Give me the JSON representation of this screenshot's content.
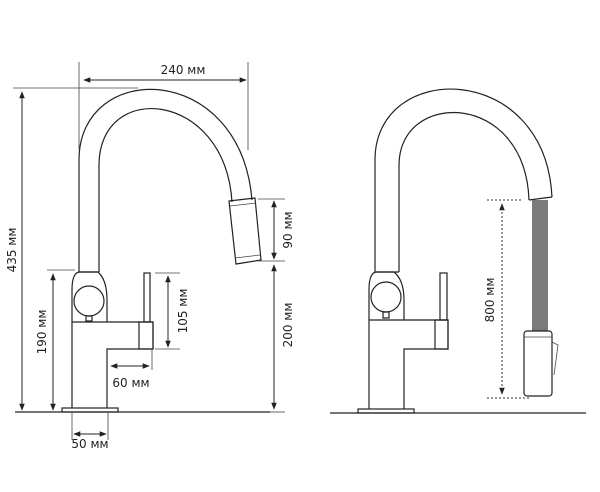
{
  "dimensions": {
    "spout_reach": "240 мм",
    "total_height": "435 мм",
    "body_height": "190 мм",
    "lever_height": "105 мм",
    "lever_offset": "60 мм",
    "base_width": "50 мм",
    "spray_head_height": "90 мм",
    "spout_clearance": "200 мм",
    "hose_length": "800 мм"
  },
  "colors": {
    "line": "#222222",
    "hose": "#7a7a7a"
  }
}
